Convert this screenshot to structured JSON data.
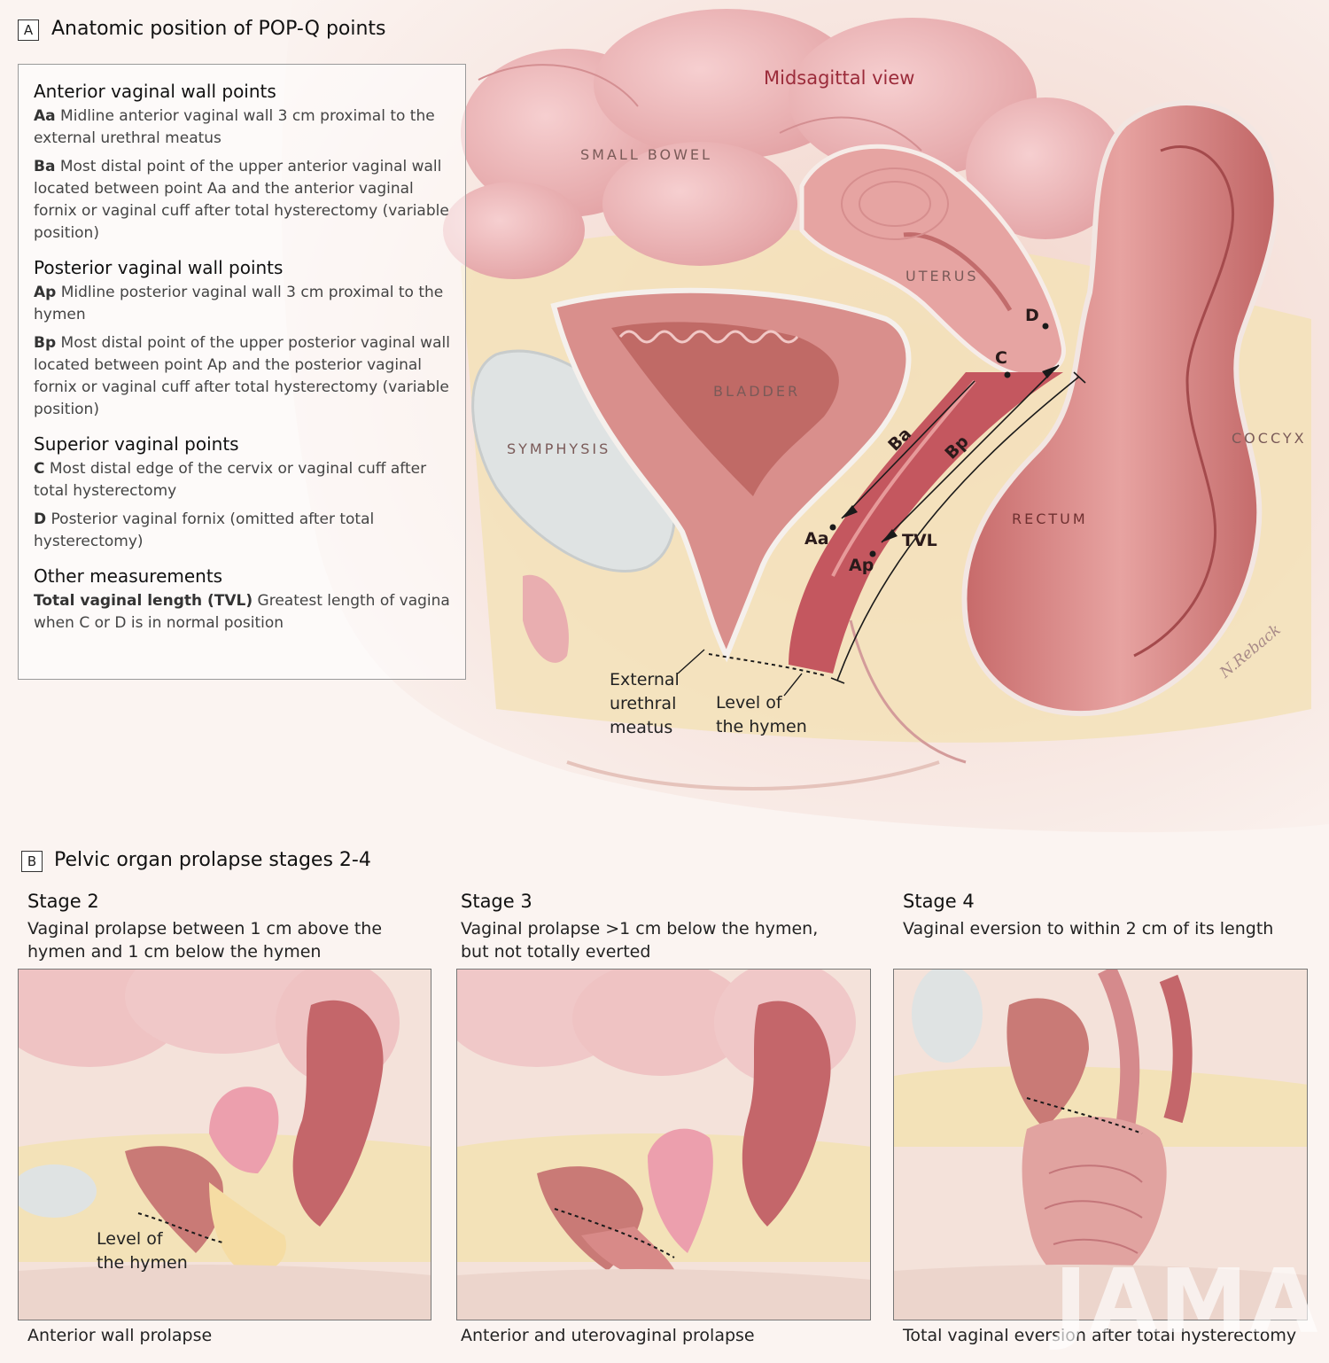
{
  "panel_a": {
    "letter": "A",
    "title": "Anatomic position of POP-Q points",
    "view_label": "Midsagittal view",
    "legend": [
      {
        "heading": "Anterior vaginal wall points",
        "entries": [
          {
            "key": "Aa",
            "text": "Midline anterior vaginal wall 3 cm proximal to the external urethral meatus"
          },
          {
            "key": "Ba",
            "text": "Most distal point of the upper anterior vaginal wall located between point Aa and the anterior vaginal fornix or vaginal cuff after total hysterectomy (variable position)"
          }
        ]
      },
      {
        "heading": "Posterior vaginal wall points",
        "entries": [
          {
            "key": "Ap",
            "text": "Midline posterior vaginal wall 3 cm proximal to the hymen"
          },
          {
            "key": "Bp",
            "text": "Most distal point of the upper posterior vaginal wall located between point Ap and the posterior vaginal fornix or vaginal cuff after total hysterectomy (variable position)"
          }
        ]
      },
      {
        "heading": "Superior vaginal points",
        "entries": [
          {
            "key": "C",
            "text": "Most distal edge of the cervix or vaginal cuff after total hysterectomy"
          },
          {
            "key": "D",
            "text": "Posterior vaginal fornix (omitted after total hysterectomy)"
          }
        ]
      },
      {
        "heading": "Other measurements",
        "entries": [
          {
            "key": "Total vaginal length (TVL)",
            "text": "Greatest length of vagina when C or D is in normal position"
          }
        ]
      }
    ],
    "organs": {
      "small_bowel": "SMALL BOWEL",
      "uterus": "UTERUS",
      "bladder": "BLADDER",
      "symphysis": "SYMPHYSIS",
      "rectum": "RECTUM",
      "coccyx": "COCCYX"
    },
    "points": {
      "aa": "Aa",
      "ba": "Ba",
      "ap": "Ap",
      "bp": "Bp",
      "c": "C",
      "d": "D",
      "tvl": "TVL"
    },
    "callouts": {
      "urethral_meatus": [
        "External",
        "urethral",
        "meatus"
      ],
      "hymen": [
        "Level of",
        "the hymen"
      ]
    },
    "signature": "N.Reback"
  },
  "panel_b": {
    "letter": "B",
    "title": "Pelvic organ prolapse stages 2-4",
    "stages": [
      {
        "title": "Stage 2",
        "desc": "Vaginal prolapse between 1 cm above the hymen and 1 cm below the hymen",
        "caption": "Anterior wall prolapse",
        "inset_label": [
          "Level of",
          "the hymen"
        ]
      },
      {
        "title": "Stage 3",
        "desc": "Vaginal prolapse >1 cm below the hymen, but not totally everted",
        "caption": "Anterior and uterovaginal prolapse"
      },
      {
        "title": "Stage 4",
        "desc": "Vaginal eversion to within 2 cm of its length",
        "caption": "Total vaginal eversion after total hysterectomy"
      }
    ]
  },
  "watermark": "JAMA",
  "colors": {
    "tissue_pink": "#e9a7a4",
    "deep_red": "#b85c5c",
    "fat_yellow": "#f3e2b8",
    "view_label": "#9b2b3a",
    "bone_gray": "#dfe3e3"
  }
}
